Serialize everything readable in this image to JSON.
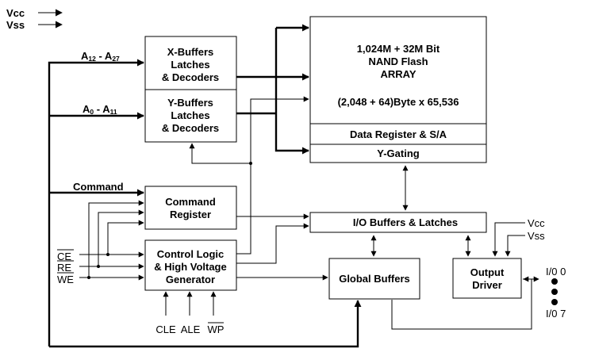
{
  "legend": {
    "vcc": "Vcc",
    "vss": "Vss"
  },
  "signals": {
    "a_high": {
      "main": "A",
      "sub1": "12",
      "sep": " - A",
      "sub2": "27"
    },
    "a_low": {
      "main": "A",
      "sub1": "0",
      "sep": " - A",
      "sub2": "11"
    },
    "command": "Command",
    "ce": "CE",
    "re": "RE",
    "we": "WE",
    "cle": "CLE",
    "ale": "ALE",
    "wp": "WP",
    "vcc": "Vcc",
    "vss": "Vss",
    "io0": "I/0 0",
    "io7": "I/0 7"
  },
  "blocks": {
    "x_buffers": [
      "X-Buffers",
      "Latches",
      "& Decoders"
    ],
    "y_buffers": [
      "Y-Buffers",
      "Latches",
      "& Decoders"
    ],
    "array": [
      "1,024M + 32M Bit",
      "NAND Flash",
      "ARRAY"
    ],
    "array_org": "(2,048 + 64)Byte x 65,536",
    "data_register": "Data Register & S/A",
    "y_gating": "Y-Gating",
    "command_register": [
      "Command",
      "Register"
    ],
    "control_logic": [
      "Control Logic",
      "& High Voltage",
      "Generator"
    ],
    "io_buffers": "I/O Buffers & Latches",
    "global_buffers": "Global Buffers",
    "output_driver": [
      "Output",
      "Driver"
    ]
  }
}
